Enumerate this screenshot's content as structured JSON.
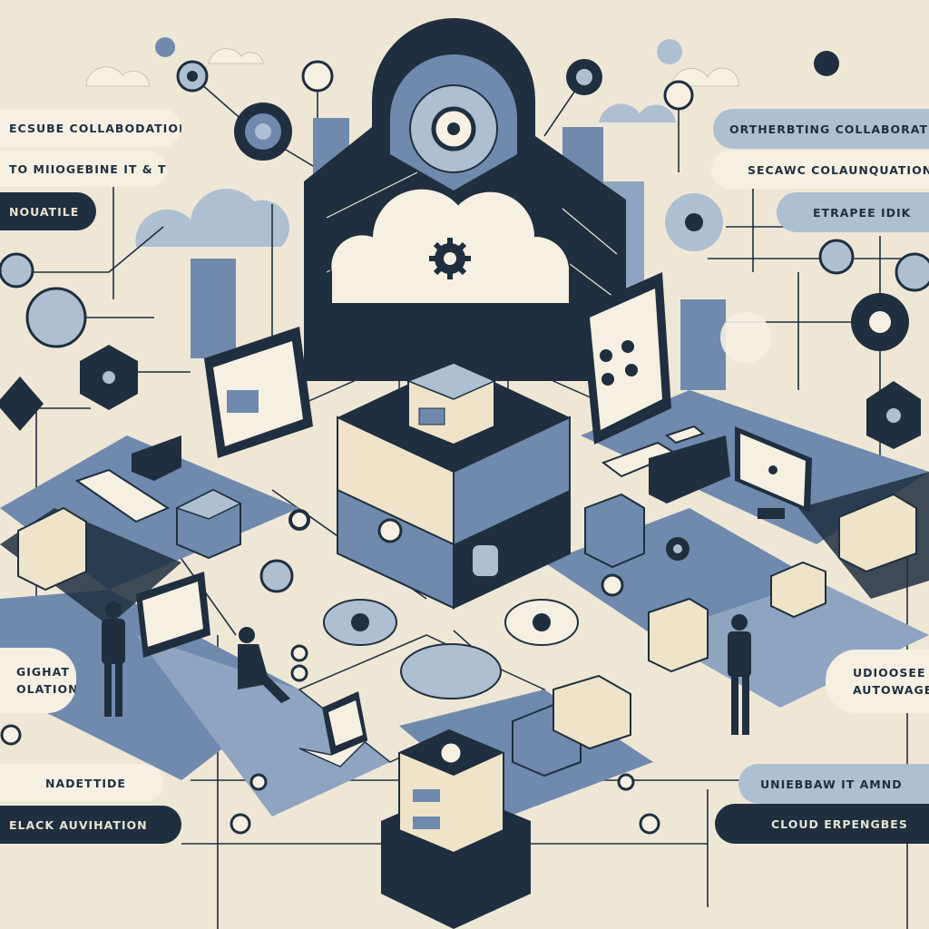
{
  "colors": {
    "navy": "#1f2f3f",
    "steel": "#6f8aad",
    "pale_blue": "#aebfd2",
    "cream": "#f6f0e2",
    "background": "#efe7d6"
  },
  "left_labels": [
    "ECSUBE COLLABODATION",
    "TO MIIOGEBINE IT & TO",
    "NOUATILE",
    "GIGHAT",
    "OLATION",
    "NADETTIDE",
    "ELACK AUVIHATION"
  ],
  "right_labels": [
    "ORTHERBTING COLLABORATION",
    "SECAWC COLAUNQUATION",
    "ETRAPEE IDIK",
    "UDIOOSEE",
    "AUTOWAGE",
    "UNIEBBAW IT AMND",
    "CLOUD ERPENGBES"
  ],
  "icons": [
    "cloud-gear-icon",
    "gear-icon",
    "server-stack-icon",
    "monitor-icon",
    "laptop-icon",
    "keyboard-icon",
    "person-icon",
    "padlock-icon",
    "network-node-icon"
  ]
}
